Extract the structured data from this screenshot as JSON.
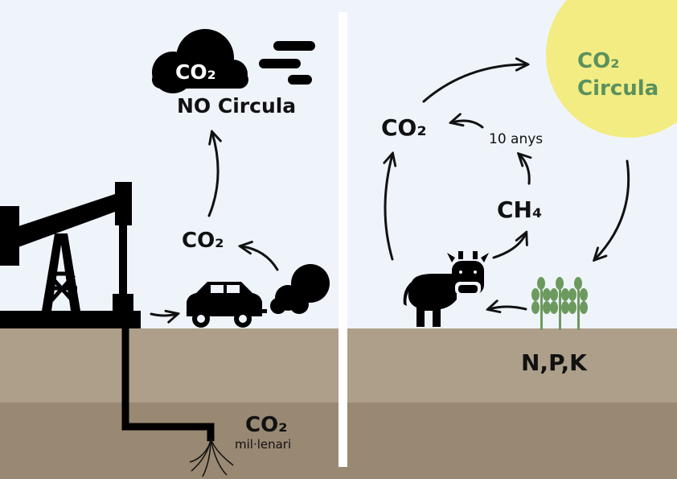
{
  "left": {
    "cloud_label": "CO₂",
    "no_circula": "NO Circula",
    "car_co2": "CO₂",
    "underground_co2": "CO₂",
    "underground_sub": "mil·lenari"
  },
  "right": {
    "sun_line1": "CO₂",
    "sun_line2": "Circula",
    "co2": "CO₂",
    "ten_years": "10 anys",
    "ch4": "CH₄",
    "npk": "N,P,K"
  },
  "colors": {
    "sky": "#eff4fb",
    "ground_top": "#ae9f8b",
    "ground_deep": "#998872",
    "sun": "#f3ec82",
    "sun_text": "#5a915e",
    "plant": "#6c9a5e"
  }
}
